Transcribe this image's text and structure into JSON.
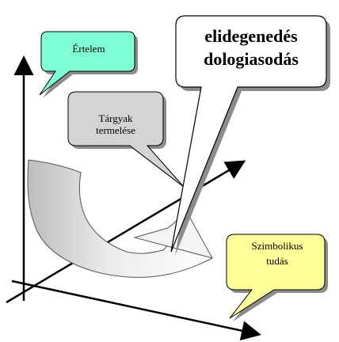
{
  "callouts": {
    "ertelem": {
      "text": "Értelem",
      "fill": "#7fffd4"
    },
    "targyak": {
      "line1": "Tárgyak",
      "line2": "termelése",
      "fill": "#d4d4d4"
    },
    "elidegenedes": {
      "line1": "elidegenedés",
      "line2": "dologiasodás",
      "fill": "#ffffff"
    },
    "szimbolikus": {
      "line1": "Szimbolikus",
      "line2": "tudás",
      "fill": "#ffff99"
    }
  },
  "axes": [
    "vertical-axis",
    "diagonal-axis",
    "horizontal-axis"
  ],
  "colors": {
    "ribbon": "#d9d9d9",
    "ribbon_light": "#f2f2f2",
    "shadow": "#8c8c8c",
    "stroke": "#000000"
  }
}
